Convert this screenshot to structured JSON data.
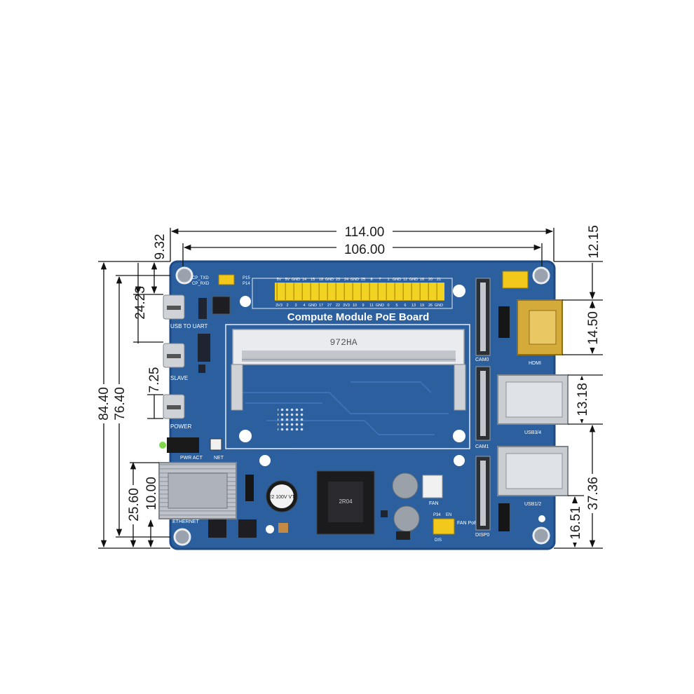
{
  "board": {
    "title": "Compute Module PoE Board",
    "chip_label": "972HA",
    "colors": {
      "pcb": "#2b5f9e",
      "pcb_edge": "#1d4a85",
      "header": "#f3d321",
      "metal": "#c9ccd1",
      "hdmi": "#d4aa3a",
      "yellow_jumper": "#f2c81a"
    }
  },
  "dimensions": {
    "width_outer": "114.00",
    "width_inner": "106.00",
    "left_top_offset": "9.32",
    "right_top_offset": "12.15",
    "height_outer": "84.40",
    "height_inner": "76.40",
    "usb_uart_offset": "24.23",
    "slave_power_gap": "7.25",
    "ethernet_offset": "25.60",
    "ethernet_bottom": "10.00",
    "hdmi_height": "14.50",
    "usb34_height": "13.18",
    "usb12_offset": "37.36",
    "bottom_right": "16.51"
  },
  "silkscreen": {
    "usb_to_uart": "USB TO UART",
    "slave": "SLAVE",
    "power": "POWER",
    "pwr_act": "PWR ACT",
    "net": "NET",
    "ethernet": "ETHERNET",
    "cam0": "CAM0",
    "cam1": "CAM1",
    "disp0": "DISP0",
    "hdmi": "HDMI",
    "usb34": "USB3/4",
    "usb12": "USB1/2",
    "fan": "FAN",
    "fan_poe": "FAN PoE",
    "cp_txd": "CP_TXD",
    "cp_rxd": "CP_RXD",
    "p15": "P15",
    "p14": "P14",
    "p34": "P34",
    "en": "EN",
    "dis": "DIS",
    "inductor": "2R04",
    "cap1": "22 100V VT",
    "header_top": [
      "5V",
      "5V",
      "GND",
      "14",
      "15",
      "18",
      "GND",
      "23",
      "24",
      "GND",
      "25",
      "8",
      "7",
      "1",
      "GND",
      "12",
      "GND",
      "16",
      "20",
      "21"
    ],
    "header_bottom": [
      "3V3",
      "2",
      "3",
      "4",
      "GND",
      "17",
      "27",
      "22",
      "3V3",
      "10",
      "9",
      "11",
      "GND",
      "0",
      "5",
      "6",
      "13",
      "19",
      "26",
      "GND"
    ]
  }
}
